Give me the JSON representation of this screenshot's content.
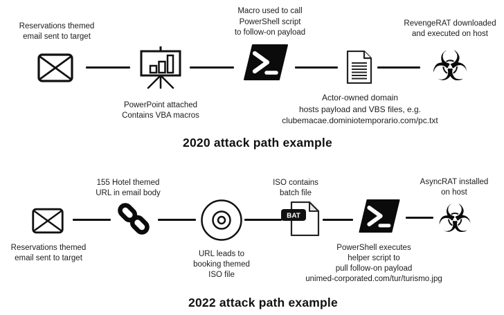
{
  "icons": {
    "biohazard_glyph": "☣"
  },
  "diagrams": [
    {
      "title": "2020 attack path example",
      "nodes": [
        {
          "icon": "envelope-icon",
          "label": "Reservations themed\nemail sent to target"
        },
        {
          "icon": "presentation-chart-icon",
          "label": "PowerPoint attached\nContains VBA macros"
        },
        {
          "icon": "powershell-icon",
          "label": "Macro used to call\nPowerShell script\nto follow-on payload"
        },
        {
          "icon": "document-icon",
          "label": "Actor-owned domain\nhosts payload and VBS files, e.g.\nclubemacae.dominiotemporario.com/pc.txt"
        },
        {
          "icon": "biohazard-icon",
          "label": "RevengeRAT downloaded\nand executed on host"
        }
      ]
    },
    {
      "title": "2022 attack path example",
      "nodes": [
        {
          "icon": "envelope-icon",
          "label": "Reservations themed\nemail sent to target"
        },
        {
          "icon": "chain-link-icon",
          "label": "155 Hotel themed\nURL in email body"
        },
        {
          "icon": "cd-disc-icon",
          "label": "URL leads to\nbooking themed\nISO file"
        },
        {
          "icon": "bat-file-icon",
          "label": "ISO contains\nbatch file",
          "badge": "BAT"
        },
        {
          "icon": "powershell-icon",
          "label": "PowerShell executes\nhelper script to\npull follow-on payload\nunimed-corporated.com/tur/turismo.jpg"
        },
        {
          "icon": "biohazard-icon",
          "label": "AsyncRAT installed\non host"
        }
      ]
    }
  ]
}
